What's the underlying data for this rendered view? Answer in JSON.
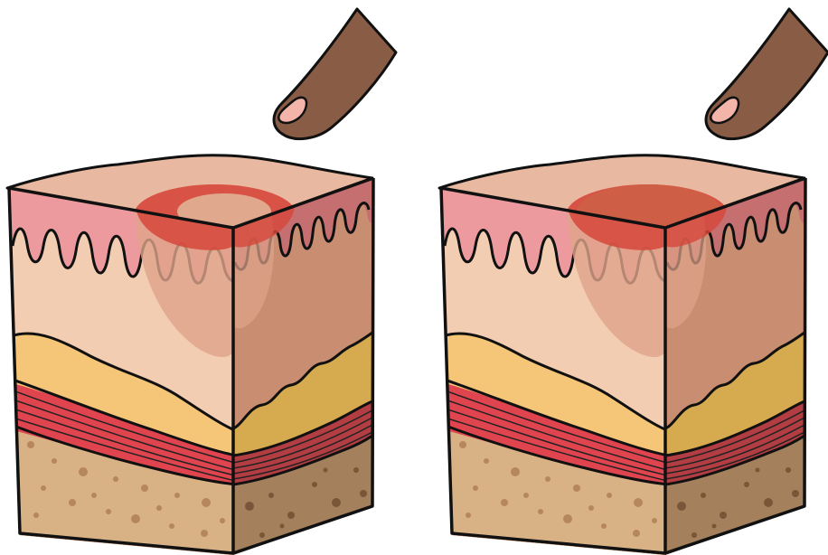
{
  "panels": [
    {
      "id": "left",
      "lesion": "ring",
      "lesion_center_color": "#e0a98d"
    },
    {
      "id": "right",
      "lesion": "filled",
      "lesion_center_color": "#cf5e46"
    }
  ],
  "colors": {
    "skin_top": "#e9b8a0",
    "epidermis": "#ed9a9f",
    "epidermis_side": "#c66f70",
    "dermis_front": "#f3cdb2",
    "dermis_side": "#c98d71",
    "fat_front": "#f5c678",
    "fat_side": "#d6aa4e",
    "muscle_front": "#e0454f",
    "muscle_side": "#b23d42",
    "base_front": "#d8b285",
    "base_side": "#a4805c",
    "specks": "#b6865e",
    "lesion_red": "#d6473b",
    "bruise": "#dea48a",
    "finger": "#895c45",
    "fingernail": "#f3b5aa",
    "outline": "#111111"
  }
}
